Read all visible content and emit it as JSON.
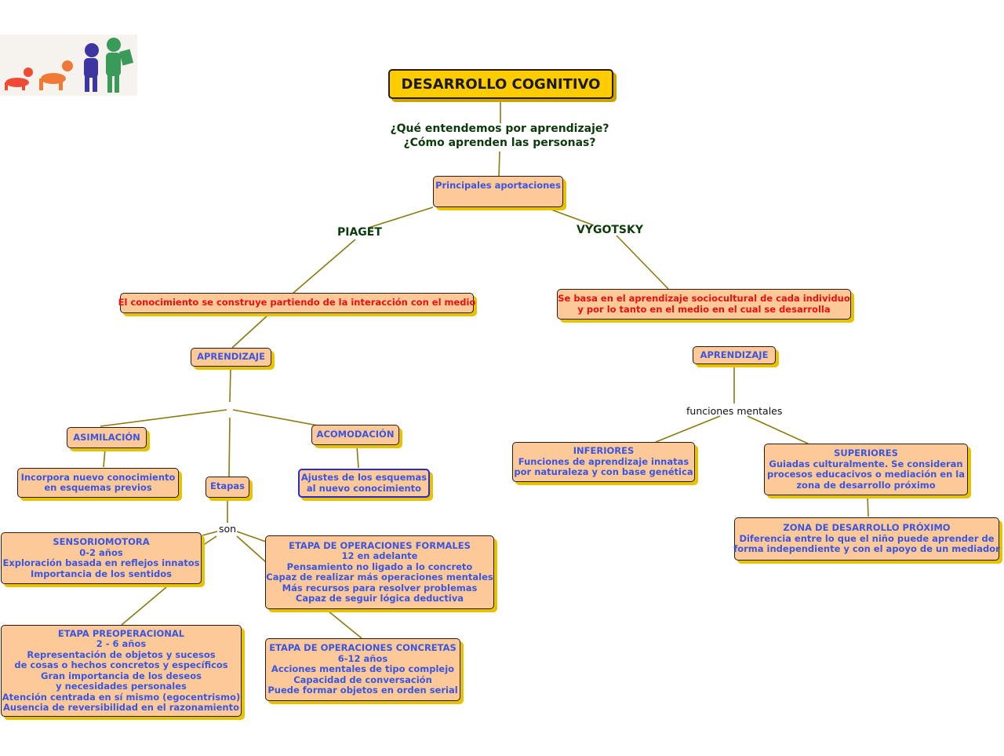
{
  "title": "DESARROLLO COGNITIVO",
  "questions": [
    "¿Qué entendemos por aprendizaje?",
    "¿Cómo aprenden las personas?"
  ],
  "principales": "Principales aportaciones",
  "piaget": {
    "label": "PIAGET",
    "descripcion": "El conocimiento se construye partiendo de la interacción con el medio",
    "aprendizaje": "APRENDIZAJE",
    "asimilacion": "ASIMILACIÓN",
    "asimilacion_desc": [
      "Incorpora nuevo conocimiento",
      "en esquemas previos"
    ],
    "acomodacion": "ACOMODACIÓN",
    "acomodacion_desc": [
      "Ajustes de los esquemas",
      "al nuevo conocimiento"
    ],
    "etapas": "Etapas",
    "son": "son",
    "sensoriomotora": [
      "SENSORIOMOTORA",
      "0-2 años",
      "Exploración basada en reflejos innatos",
      "Importancia de los sentidos"
    ],
    "preoperacional": [
      "ETAPA PREOPERACIONAL",
      "2 - 6 años",
      "Representación de objetos y sucesos",
      "de cosas o hechos concretos y específicos",
      "Gran importancia de los deseos",
      "y necesidades personales",
      "Atención centrada en sí mismo (egocentrismo)",
      "Ausencia de reversibilidad en el razonamiento"
    ],
    "formales": [
      "ETAPA DE OPERACIONES FORMALES",
      "12 en adelante",
      "Pensamiento no ligado a lo concreto",
      "Capaz de realizar más operaciones mentales",
      "Más recursos para resolver problemas",
      "Capaz de seguir lógica deductiva"
    ],
    "concretas": [
      "ETAPA DE OPERACIONES CONCRETAS",
      "6-12 años",
      "Acciones mentales de tipo complejo",
      "Capacidad de conversación",
      "Puede formar objetos en orden serial"
    ]
  },
  "vygotsky": {
    "label": "VYGOTSKY",
    "descripcion": [
      "Se basa en el aprendizaje sociocultural de cada individuo",
      "y por lo tanto en el medio en el cual se desarrolla"
    ],
    "aprendizaje": "APRENDIZAJE",
    "funciones": "funciones mentales",
    "inferiores": [
      "INFERIORES",
      "Funciones de aprendizaje innatas",
      "por naturaleza y con base genética"
    ],
    "superiores": [
      "SUPERIORES",
      "Guiadas culturalmente. Se consideran",
      "procesos educacivos o mediación en la",
      "zona de desarrollo próximo"
    ],
    "zona": [
      "ZONA DE DESARROLLO PRÓXIMO",
      "Diferencia entre lo que el niño puede aprender de",
      "forma independiente y con el apoyo de un mediador"
    ]
  },
  "colors": {
    "node_fill": "#fec998",
    "node_shadow": "#e6c200",
    "title_fill": "#ffcc00",
    "node_text": "#3a55e0",
    "highlight_text": "#e81010",
    "connector": "#8a7a10",
    "label_text": "#0b3a0b"
  }
}
